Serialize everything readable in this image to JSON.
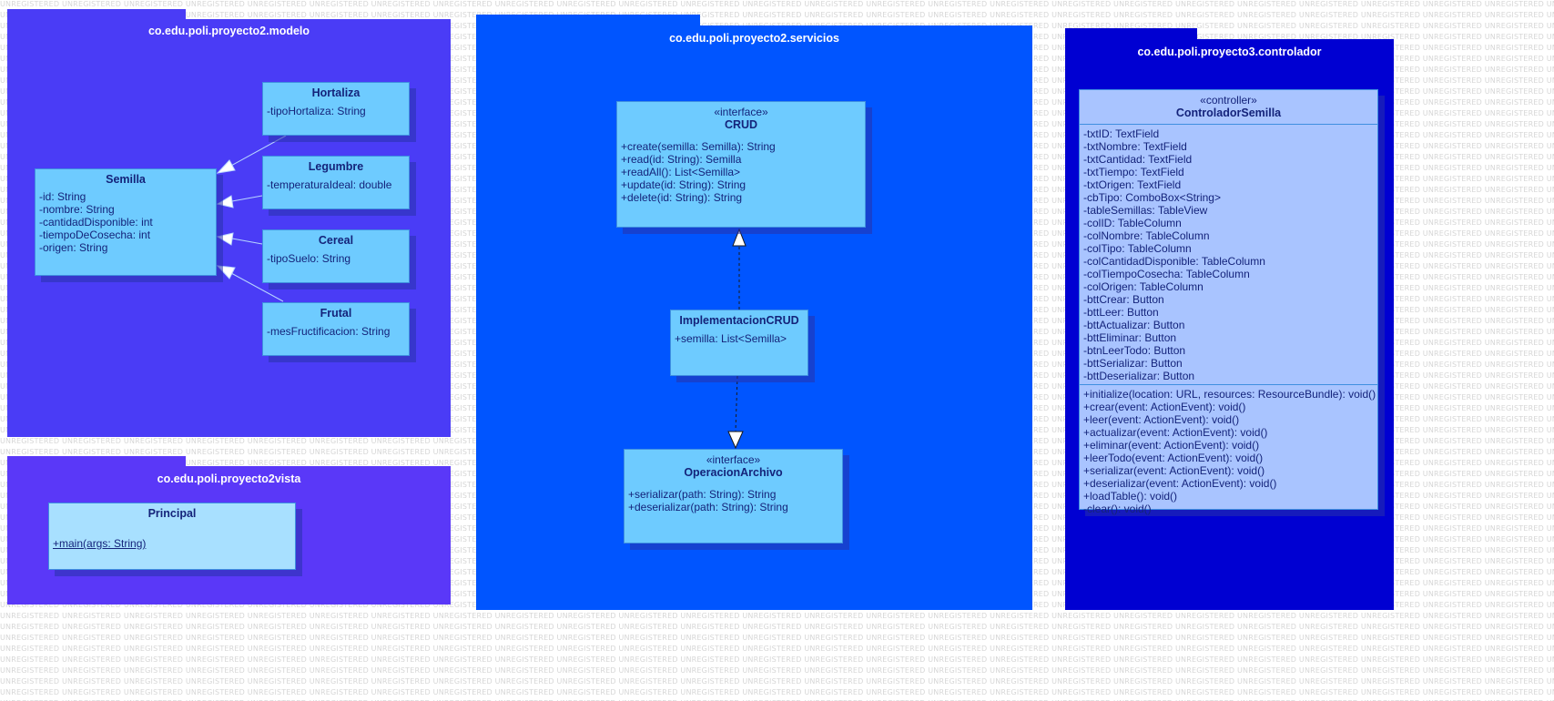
{
  "watermark_text": "UNREGISTERED",
  "colors": {
    "pkg_modelo": "#4a3cf6",
    "pkg_vista": "#5a38f8",
    "pkg_servicios": "#0055ff",
    "pkg_controlador": "#0000d2",
    "class_fill": "#6ecbff",
    "controller_fill": "#a9c4ff",
    "vista_class_fill": "#a8e0ff",
    "relationship_line": "#b8d6ff",
    "dashed_line": "#1a1a1a"
  },
  "packages": {
    "modelo": {
      "title": "co.edu.poli.proyecto2.modelo"
    },
    "vista": {
      "title": "co.edu.poli.proyecto2vista"
    },
    "servicios": {
      "title": "co.edu.poli.proyecto2.servicios"
    },
    "controlador": {
      "title": "co.edu.poli.proyecto3.controlador"
    }
  },
  "classes": {
    "semilla": {
      "name": "Semilla",
      "attributes": [
        "-id: String",
        "-nombre: String",
        "-cantidadDisponible: int",
        "-tiempoDeCosecha: int",
        "-origen: String"
      ]
    },
    "hortaliza": {
      "name": "Hortaliza",
      "attributes": [
        "-tipoHortaliza: String"
      ]
    },
    "legumbre": {
      "name": "Legumbre",
      "attributes": [
        "-temperaturaIdeal: double"
      ]
    },
    "cereal": {
      "name": "Cereal",
      "attributes": [
        "-tipoSuelo: String"
      ]
    },
    "frutal": {
      "name": "Frutal",
      "attributes": [
        "-mesFructificacion: String"
      ]
    },
    "principal": {
      "name": "Principal",
      "operations": [
        "+main(args: String)"
      ]
    },
    "crud": {
      "stereotype": "«interface»",
      "name": "CRUD",
      "operations": [
        "+create(semilla: Semilla): String",
        "+read(id: String): Semilla",
        "+readAll(): List<Semilla>",
        "+update(id: String): String",
        "+delete(id: String): String"
      ]
    },
    "implementacion_crud": {
      "name": "ImplementacionCRUD",
      "attributes": [
        "+semilla: List<Semilla>"
      ]
    },
    "operacion_archivo": {
      "stereotype": "«interface»",
      "name": "OperacionArchivo",
      "operations": [
        "+serializar(path: String): String",
        "+deserializar(path: String): String"
      ]
    },
    "controlador_semilla": {
      "stereotype": "«controller»",
      "name": "ControladorSemilla",
      "attributes": [
        "-txtID: TextField",
        "-txtNombre: TextField",
        "-txtCantidad: TextField",
        "-txtTiempo: TextField",
        "-txtOrigen: TextField",
        "-cbTipo: ComboBox<String>",
        "-tableSemillas: TableView",
        "-colID: TableColumn",
        "-colNombre: TableColumn",
        "-colTipo: TableColumn",
        "-colCantidadDisponible: TableColumn",
        "-colTiempoCosecha: TableColumn",
        "-colOrigen: TableColumn",
        "-bttCrear: Button",
        "-bttLeer: Button",
        "-bttActualizar: Button",
        "-bttEliminar: Button",
        "-btnLeerTodo: Button",
        "-bttSerializar: Button",
        "-bttDeserializar: Button"
      ],
      "operations": [
        "+initialize(location: URL, resources: ResourceBundle): void()",
        "+crear(event: ActionEvent): void()",
        "+leer(event: ActionEvent): void()",
        "+actualizar(event: ActionEvent): void()",
        "+eliminar(event: ActionEvent): void()",
        "+leerTodo(event: ActionEvent): void()",
        "+serializar(event: ActionEvent): void()",
        "+deserializar(event: ActionEvent): void()",
        "+loadTable(): void()",
        "-clear(): void()"
      ]
    }
  },
  "relationships": [
    {
      "type": "generalization",
      "from": "Hortaliza",
      "to": "Semilla"
    },
    {
      "type": "generalization",
      "from": "Legumbre",
      "to": "Semilla"
    },
    {
      "type": "generalization",
      "from": "Cereal",
      "to": "Semilla"
    },
    {
      "type": "generalization",
      "from": "Frutal",
      "to": "Semilla"
    },
    {
      "type": "realization",
      "from": "ImplementacionCRUD",
      "to": "CRUD"
    },
    {
      "type": "realization",
      "from": "ImplementacionCRUD",
      "to": "OperacionArchivo"
    }
  ]
}
